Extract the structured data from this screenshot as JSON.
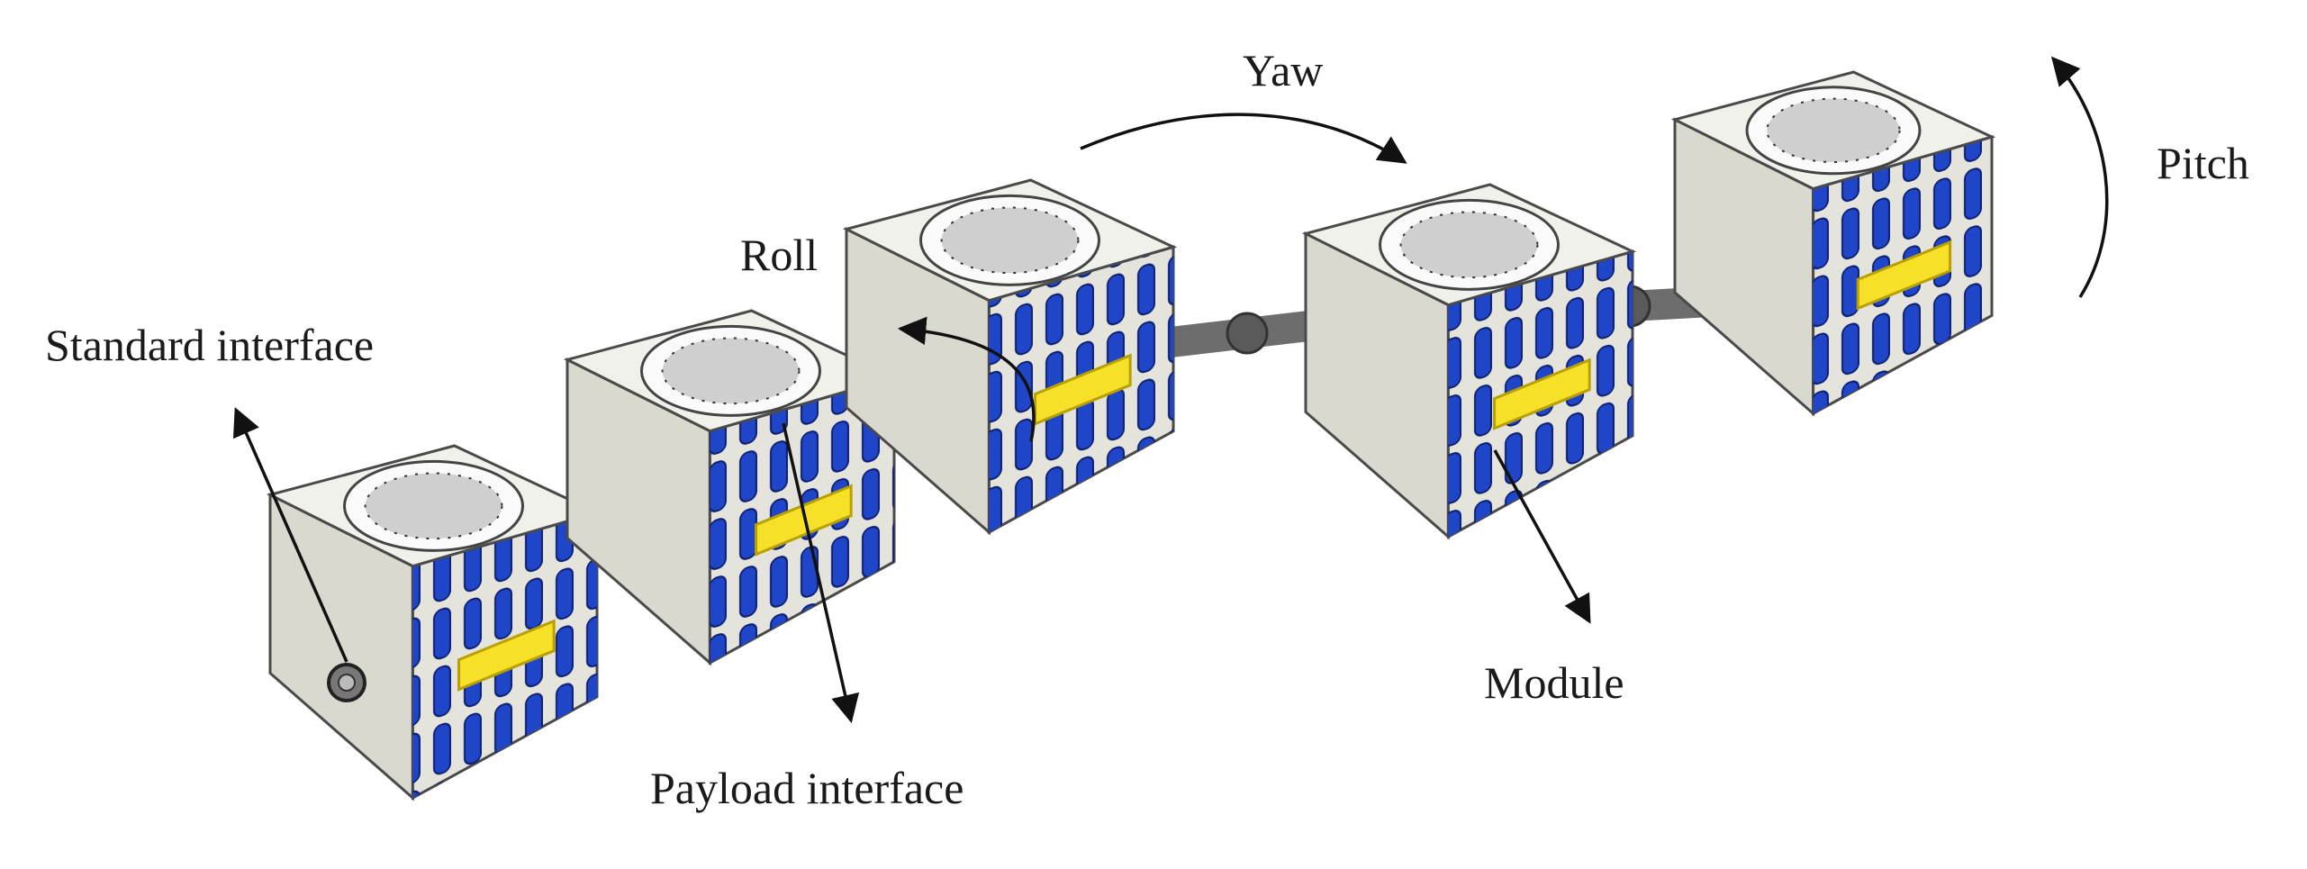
{
  "labels": {
    "yaw": "Yaw",
    "pitch": "Pitch",
    "roll": "Roll",
    "standard_interface": "Standard interface",
    "payload_interface": "Payload interface",
    "module": "Module"
  },
  "colors": {
    "module_top": "#f1f1ec",
    "module_side": "#d9d9cf",
    "module_front": "#e4e4dc",
    "module_edge": "#4a4a4a",
    "solar_cell": "#1f45c8",
    "solar_cell_edge": "#0d1f6e",
    "connector": "#f7e028",
    "connector_edge": "#b8a000",
    "joint": "#6d6d6d",
    "arrow": "#111111"
  },
  "modules_count": 5
}
